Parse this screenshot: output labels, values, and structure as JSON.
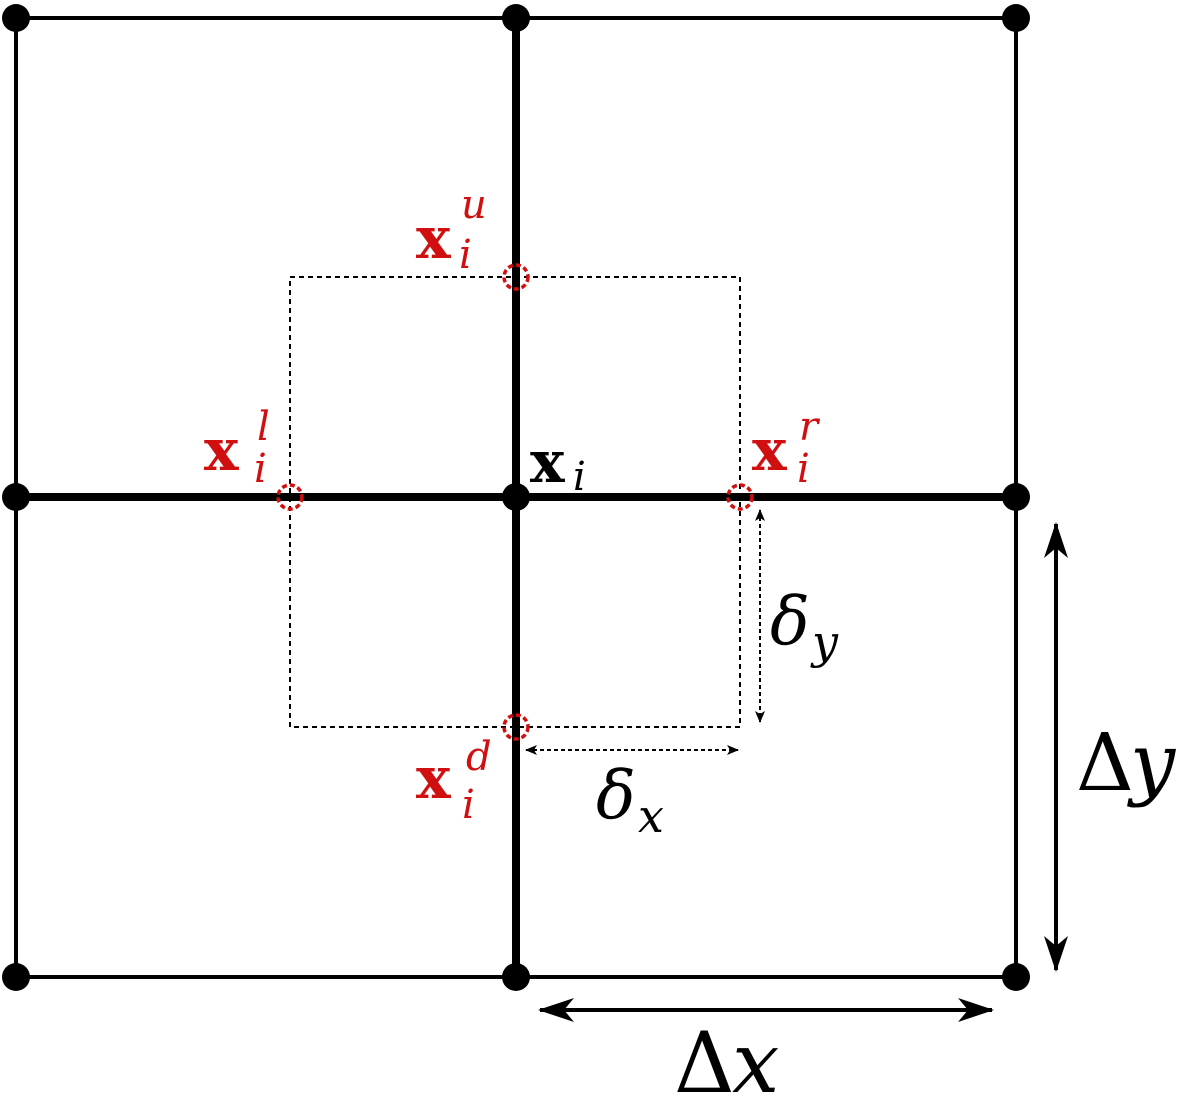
{
  "colors": {
    "line": "#000000",
    "highlight": "#d01010",
    "background": "#ffffff"
  },
  "labels": {
    "center": {
      "base": "x",
      "sub": "i"
    },
    "up": {
      "base": "x",
      "sub": "i",
      "sup": "u"
    },
    "left": {
      "base": "x",
      "sub": "i",
      "sup": "l"
    },
    "right": {
      "base": "x",
      "sub": "i",
      "sup": "r"
    },
    "down": {
      "base": "x",
      "sub": "i",
      "sup": "d"
    },
    "delta_y_small": {
      "symbol": "δ",
      "sub": "y"
    },
    "delta_x_small": {
      "symbol": "δ",
      "sub": "x"
    },
    "delta_y_big": {
      "symbol": "Δ",
      "var": "y"
    },
    "delta_x_big": {
      "symbol": "Δ",
      "var": "x"
    }
  }
}
